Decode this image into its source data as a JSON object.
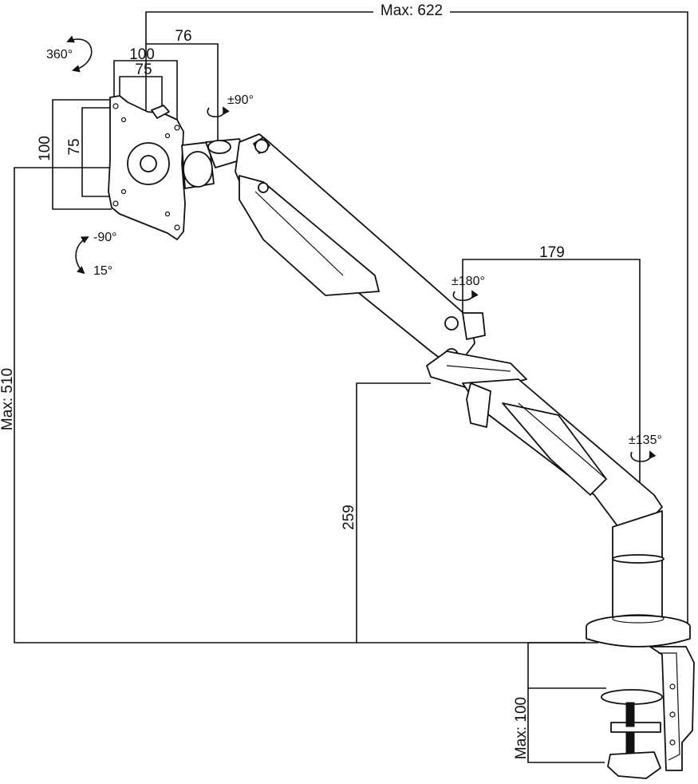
{
  "dimensions": {
    "max_reach": "Max: 622",
    "tilt_offset": "76",
    "vesa_outer_h": "100",
    "vesa_inner_h": "75",
    "vesa_outer_v": "100",
    "vesa_inner_v": "75",
    "max_height": "Max: 510",
    "lower_arm_len": "179",
    "pole_height": "259",
    "clamp_max": "Max: 100"
  },
  "rotations": {
    "plate_rotation": "360°",
    "plate_swivel": "±90°",
    "tilt_up": "-90°",
    "tilt_down": "15°",
    "elbow_swivel": "±180°",
    "base_swivel": "±135°"
  },
  "colors": {
    "line": "#111111",
    "background": "#ffffff"
  },
  "icons": [
    "rotation-arrow-icon",
    "curved-arrow-icon"
  ]
}
